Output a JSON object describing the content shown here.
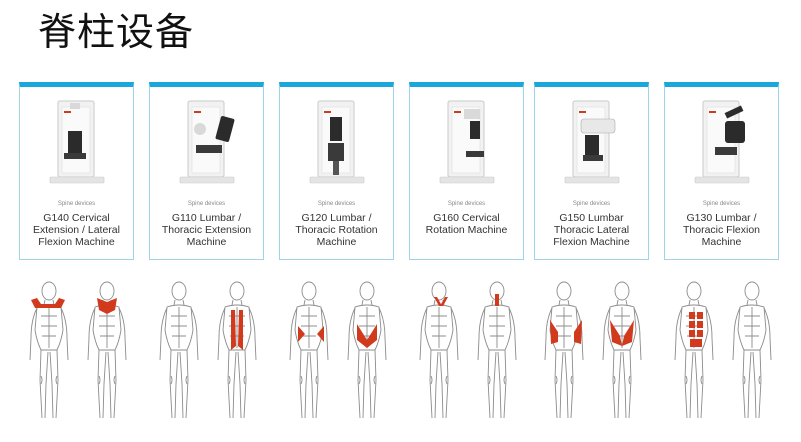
{
  "page_title": "脊柱设备",
  "devices": [
    {
      "category": "Spine devices",
      "name": "G140 Cervical Extension / Lateral Flexion Machine",
      "image_icon": "cervical-machine-icon",
      "muscle_icon": "neck-muscles-icon"
    },
    {
      "category": "Spine devices",
      "name": "G110 Lumbar / Thoracic Extension Machine",
      "image_icon": "extension-machine-icon",
      "muscle_icon": "back-extensors-icon"
    },
    {
      "category": "Spine devices",
      "name": "G120 Lumbar / Thoracic Rotation Machine",
      "image_icon": "rotation-machine-icon",
      "muscle_icon": "obliques-icon"
    },
    {
      "category": "Spine devices",
      "name": "G160 Cervical Rotation Machine",
      "image_icon": "cervical-rotation-machine-icon",
      "muscle_icon": "neck-rotators-icon"
    },
    {
      "category": "Spine devices",
      "name": "G150 Lumbar Thoracic Lateral Flexion Machine",
      "image_icon": "lateral-flexion-machine-icon",
      "muscle_icon": "lateral-flexors-icon"
    },
    {
      "category": "Spine devices",
      "name": "G130 Lumbar / Thoracic Flexion Machine",
      "image_icon": "flexion-machine-icon",
      "muscle_icon": "abdominals-icon"
    }
  ],
  "colors": {
    "accent": "#1aa7db",
    "border": "#9fd3ea",
    "muscle": "#d23a1e"
  }
}
